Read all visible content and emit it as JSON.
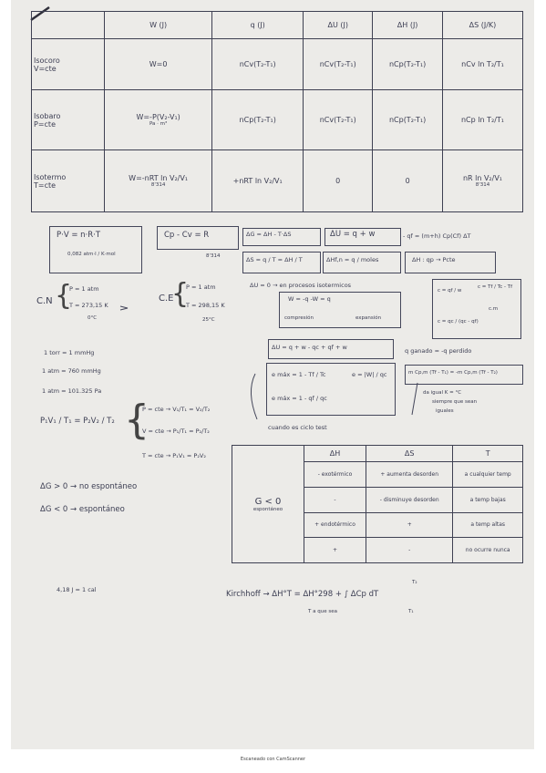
{
  "table1": {
    "headers": [
      "W (J)",
      "q (J)",
      "ΔU (J)",
      "ΔH (J)",
      "ΔS (J/K)"
    ],
    "rows": [
      {
        "process": [
          "Isocoro",
          "V=cte"
        ],
        "cells": [
          "W=0",
          "nCv(T₂-T₁)",
          "nCv(T₂-T₁)",
          "nCp(T₂-T₁)",
          "nCv ln T₂/T₁"
        ]
      },
      {
        "process": [
          "Isobaro",
          "P=cte"
        ],
        "cells": [
          "W=-P(V₂-V₁)",
          "nCp(T₂-T₁)",
          "nCv(T₂-T₁)",
          "nCp(T₂-T₁)",
          "nCp ln T₂/T₁"
        ]
      },
      {
        "process": [
          "Isotermo",
          "T=cte"
        ],
        "cells": [
          "W=-nRT ln V₂/V₁",
          "+nRT ln V₂/V₁",
          "0",
          "0",
          "nR ln V₂/V₁"
        ]
      }
    ],
    "notes": {
      "m3": "m³",
      "pa": "Pa",
      "r_value": "8'314",
      "r_value2": "8'314"
    }
  },
  "formulas": {
    "pv": "P·V = n·R·T",
    "atm_note": "0,082 atm·l / K·mol",
    "cp_cv": "Cp - Cv = R",
    "cp_cv_note": "8'314",
    "dg": "ΔG = ΔH - T·ΔS",
    "du": "ΔU = q + w",
    "qf": "- qf = (m+h) Cp(Cf) ΔT",
    "ds": "ΔS = q / T = ΔH / T",
    "dhf": "ΔHf,n = q / moles",
    "dh_qp": "ΔH : qp → Pcte",
    "cn_label": "C.N",
    "cn_p": "P = 1 atm",
    "cn_t": "T = 273,15 K",
    "cn_t2": "0°C",
    "ce_label": "C.E",
    "ce_p": "P = 1 atm",
    "ce_t": "T = 298,15 K",
    "ce_t2": "25°C",
    "du_zero": "ΔU = 0 → en procesos isotermicos",
    "w_q": "W = -q     -W = q",
    "compresion": "compresión",
    "expansion": "expansión",
    "c_qf_w": "c = qf / w",
    "c_tf": "c = Tf / Tc - Tf",
    "c_qc": "c = qc / (qc - qf)",
    "cm": "c.m",
    "du_cycle": "ΔU = q + w - qc + qf + w",
    "q_ganado": "q ganado = -q perdido",
    "emax": "e máx = 1 - Tf / Tc",
    "e_w": "e = |W| / qc",
    "emax2": "e máx = 1 - qf / qc",
    "mcp": "m Cp,m (Tf - T₁) = -m Cp,m (Tf - T₂)",
    "de_igual": "da igual K = °C",
    "siempre": "siempre que sean",
    "iguales": "iguales",
    "ciclo": "cuando es ciclo test",
    "atm1": "1 torr = 1 mmHg",
    "atm2": "1 atm = 760 mmHg",
    "atm3": "1 atm = 101.325 Pa",
    "combined_lhs": "P₁V₁ / T₁ = P₂V₂ / T₂",
    "p_cte": "P = cte → V₁/T₁ = V₂/T₂",
    "v_cte": "V = cte → P₁/T₁ = P₂/T₂",
    "t_cte": "T = cte → P₁V₁ = P₂V₂",
    "dg_pos": "ΔG > 0 → no espontáneo",
    "dg_neg": "ΔG < 0 → espontáneo",
    "cal": "4,18 J = 1 cal",
    "kirchhoff": "Kirchhoff → ΔH°T = ΔH°298 + ∫ ΔCp dT",
    "kirchhoff_note": "T a que sea",
    "int_upper": "T₂",
    "int_lower": "T₁"
  },
  "table2": {
    "headers": [
      "ΔH",
      "ΔS",
      "T"
    ],
    "left_label": "G < 0",
    "left_sub": "espontáneo",
    "rows": [
      {
        "dh": "- exotérmico",
        "ds": "+ aumenta desorden",
        "t": "a cualquier temp"
      },
      {
        "dh": "-",
        "ds": "- disminuye desorden",
        "t": "a temp bajas"
      },
      {
        "dh": "+ endotérmico",
        "ds": "+",
        "t": "a temp altas"
      },
      {
        "dh": "+",
        "ds": "-",
        "t": "no ocurre nunca"
      }
    ]
  },
  "footer": "Escaneado con CamScanner"
}
